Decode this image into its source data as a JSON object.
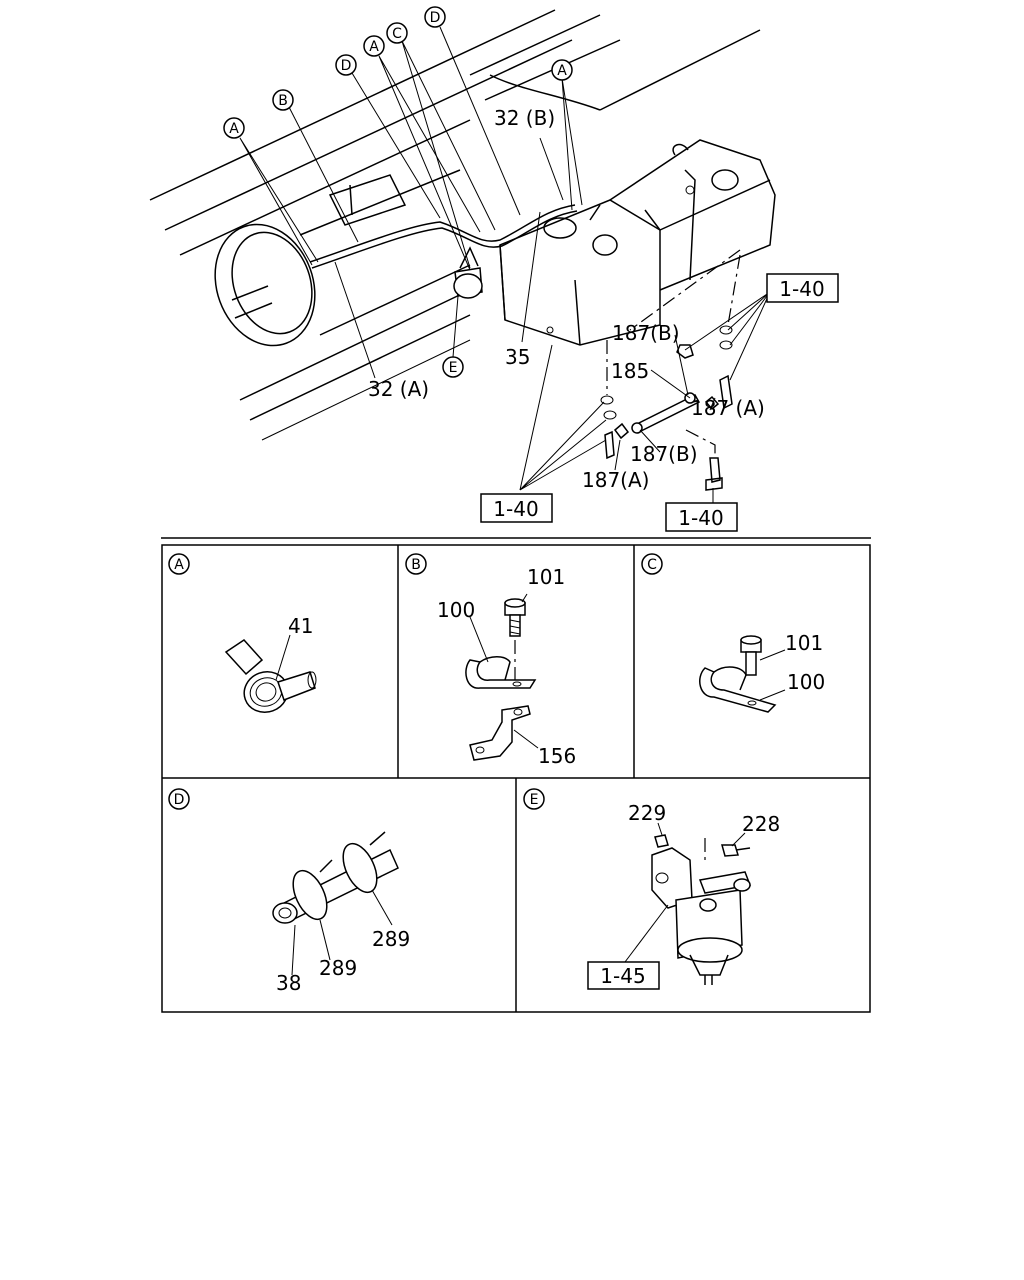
{
  "main": {
    "circle_labels": {
      "a1": "A",
      "b1": "B",
      "d1": "D",
      "a2": "A",
      "c1": "C",
      "d2": "D",
      "a3": "A",
      "e1": "E"
    },
    "part_labels": {
      "p32b": "32 (B)",
      "p32a": "32 (A)",
      "p35": "35",
      "p185": "185",
      "p187b_top": "187(B)",
      "p187a_right": "187 (A)",
      "p187b_mid": "187(B)",
      "p187a_bottom": "187(A)"
    },
    "ref_boxes": {
      "top_right": "1-40",
      "bottom_left": "1-40",
      "bottom_right": "1-40"
    }
  },
  "details": {
    "A": {
      "tag": "A",
      "labels": [
        "41"
      ]
    },
    "B": {
      "tag": "B",
      "labels": [
        "101",
        "100",
        "156"
      ]
    },
    "C": {
      "tag": "C",
      "labels": [
        "101",
        "100"
      ]
    },
    "D": {
      "tag": "D",
      "labels": [
        "289",
        "289",
        "38"
      ]
    },
    "E": {
      "tag": "E",
      "labels": [
        "229",
        "228"
      ],
      "ref_box": "1-45"
    }
  }
}
